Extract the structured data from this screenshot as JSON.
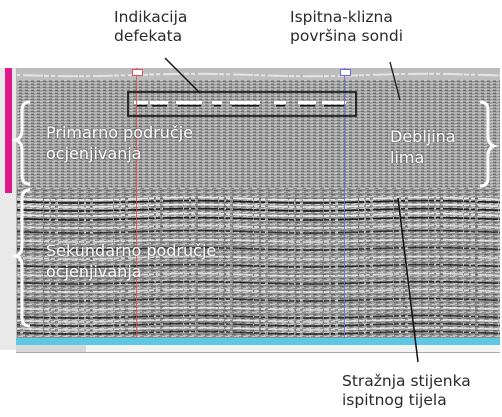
{
  "annotations": {
    "defect_indication": "Indikacija\ndefekata",
    "probe_surface": "Ispitna-klizna\npovršina sondi",
    "primary_zone": "Primarno područje\nocjenjivanja",
    "sheet_thickness": "Debljina\nlima",
    "secondary_zone": "Sekundarno područje\nocjenjivanja",
    "back_wall": "Stražnja stijenka\nispitnog tijela"
  },
  "colors": {
    "depth_ruler_marker": "#e0188a",
    "scan_axis": "#5ec7e4",
    "cursor_left": "#e05050",
    "cursor_right": "#6b6bd8",
    "annotation_text_dark": "#2a2a2a",
    "annotation_text_light": "#ffffff"
  }
}
